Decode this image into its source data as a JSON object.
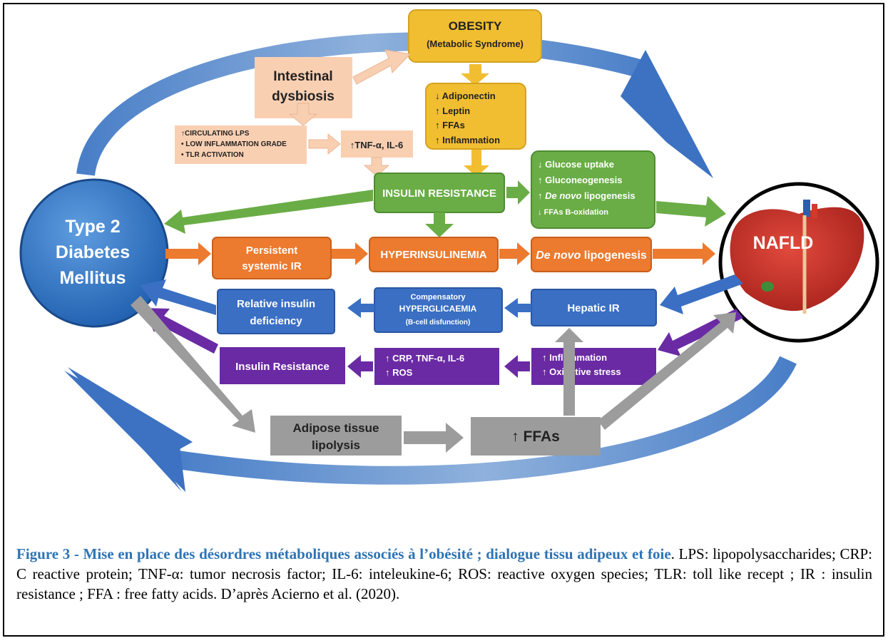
{
  "colors": {
    "yellow": "#f1be32",
    "peach": "#f9cfb2",
    "green": "#6aad46",
    "orange": "#ec7a2f",
    "blue": "#3a6fc4",
    "purple": "#6a2aa4",
    "gray": "#9c9c9c",
    "t2dm": "#2b6fc0",
    "liver": "#c22b22",
    "caption_accent": "#2e74b5"
  },
  "nodes": {
    "t2dm": [
      "Type 2",
      "Diabetes",
      "Mellitus"
    ],
    "nafld": "NAFLD",
    "obesity": [
      "OBESITY",
      "(Metabolic Syndrome)"
    ],
    "dysbiosis": [
      "Intestinal",
      "dysbiosis"
    ],
    "adipokines": [
      "Adiponectin",
      "Leptin",
      "FFAs",
      "Inflammation"
    ],
    "circulating": [
      "CIRCULATING LPS",
      "LOW INFLAMMATION GRADE",
      "TLR ACTIVATION"
    ],
    "tnf": "TNF-α, IL-6",
    "insulin_resistance": "INSULIN RESISTANCE",
    "green_effects": [
      "Glucose uptake",
      "Gluconeogenesis",
      "De novo",
      "lipogenesis",
      "FFAs B-oxidation"
    ],
    "persistent_ir": [
      "Persistent",
      "systemic IR"
    ],
    "hyperinsulinemia": "HYPERINSULINEMIA",
    "denovo_orange": [
      "De novo",
      "lipogenesis"
    ],
    "relative_deficiency": [
      "Relative insulin",
      "deficiency"
    ],
    "compensatory": [
      "Compensatory",
      "HYPERGLICAEMIA",
      "(B-cell disfunction)"
    ],
    "hepatic_ir": "Hepatic IR",
    "insulin_resistance_purple": "Insulin Resistance",
    "crp": [
      "CRP, TNF-α, IL-6",
      "ROS"
    ],
    "inflam_ox": [
      "Inflammation",
      "Oxidative stress"
    ],
    "adipose": [
      "Adipose tissue",
      "lipolysis"
    ],
    "ffas": "FFAs"
  },
  "caption": {
    "figure_label": "Figure 3 - Mise en place des désordres métaboliques associés à l’obésité ; dialogue tissu adipeux et foie",
    "text": ". LPS: lipopolysaccharides; CRP: C reactive protein; TNF-α: tumor necrosis factor; IL-6: inteleukine-6; ROS: reactive oxygen species; TLR: toll like recept ; IR : insulin resistance ; FFA : free fatty acids. D’après Acierno et al. (2020)."
  }
}
